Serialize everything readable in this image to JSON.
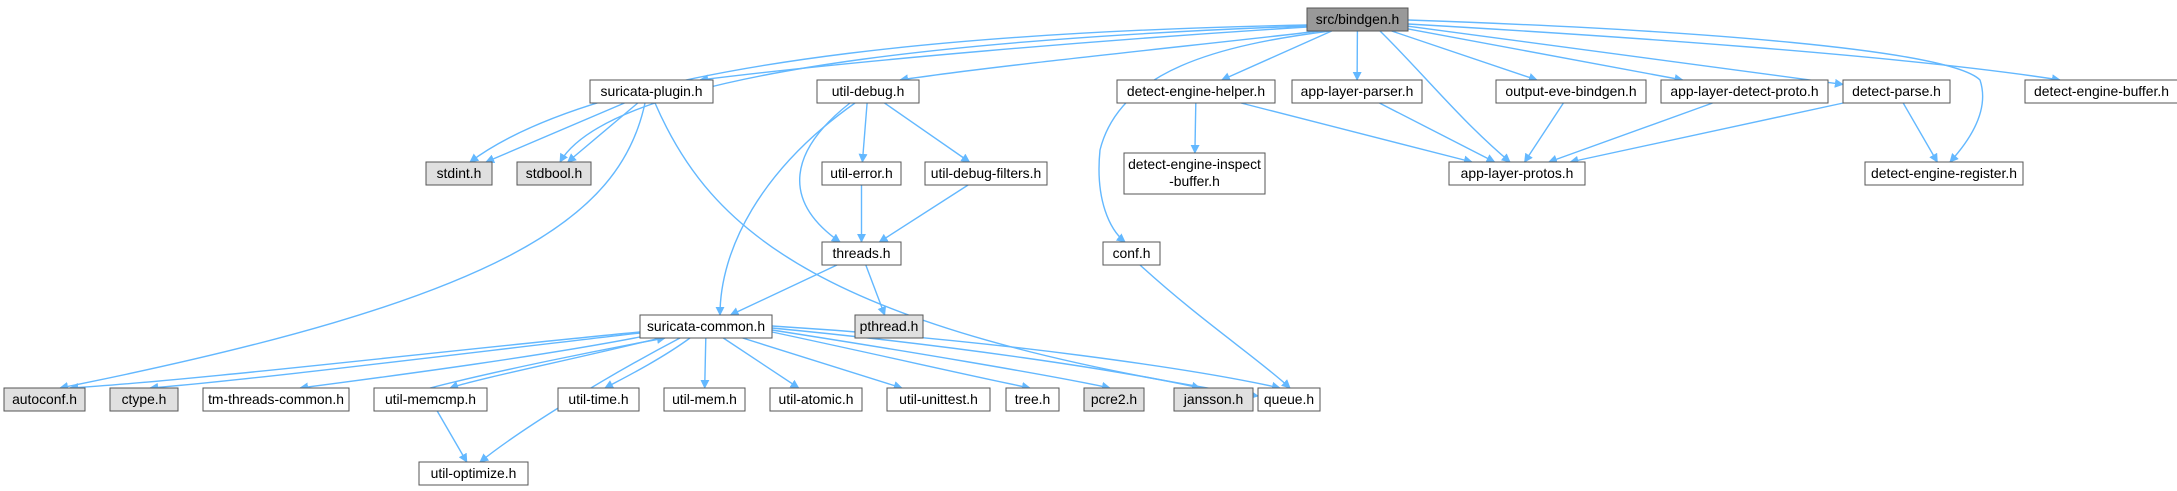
{
  "graph": {
    "colors": {
      "root_fill": "#999999",
      "node_fill": "#ffffff",
      "system_fill": "#e0e0e0",
      "edge": "#63b8ff"
    },
    "nodes": [
      {
        "id": "bindgen",
        "label": "src/bindgen.h",
        "kind": "root"
      },
      {
        "id": "suricata-plugin",
        "label": "suricata-plugin.h",
        "kind": "local"
      },
      {
        "id": "util-debug",
        "label": "util-debug.h",
        "kind": "local"
      },
      {
        "id": "detect-engine-helper",
        "label": "detect-engine-helper.h",
        "kind": "local"
      },
      {
        "id": "app-layer-parser",
        "label": "app-layer-parser.h",
        "kind": "local"
      },
      {
        "id": "output-eve-bindgen",
        "label": "output-eve-bindgen.h",
        "kind": "local"
      },
      {
        "id": "app-layer-detect-proto",
        "label": "app-layer-detect-proto.h",
        "kind": "local"
      },
      {
        "id": "detect-parse",
        "label": "detect-parse.h",
        "kind": "local"
      },
      {
        "id": "detect-engine-buffer",
        "label": "detect-engine-buffer.h",
        "kind": "local"
      },
      {
        "id": "stdint",
        "label": "stdint.h",
        "kind": "system"
      },
      {
        "id": "stdbool",
        "label": "stdbool.h",
        "kind": "system"
      },
      {
        "id": "util-error",
        "label": "util-error.h",
        "kind": "local"
      },
      {
        "id": "util-debug-filters",
        "label": "util-debug-filters.h",
        "kind": "local"
      },
      {
        "id": "detect-engine-inspect-buffer",
        "label": "detect-engine-inspect",
        "label2": "-buffer.h",
        "kind": "local"
      },
      {
        "id": "app-layer-protos",
        "label": "app-layer-protos.h",
        "kind": "local"
      },
      {
        "id": "detect-engine-register",
        "label": "detect-engine-register.h",
        "kind": "local"
      },
      {
        "id": "threads",
        "label": "threads.h",
        "kind": "local"
      },
      {
        "id": "conf",
        "label": "conf.h",
        "kind": "local"
      },
      {
        "id": "pthread",
        "label": "pthread.h",
        "kind": "system"
      },
      {
        "id": "suricata-common",
        "label": "suricata-common.h",
        "kind": "local"
      },
      {
        "id": "autoconf",
        "label": "autoconf.h",
        "kind": "system"
      },
      {
        "id": "ctype",
        "label": "ctype.h",
        "kind": "system"
      },
      {
        "id": "tm-threads-common",
        "label": "tm-threads-common.h",
        "kind": "local"
      },
      {
        "id": "util-memcmp",
        "label": "util-memcmp.h",
        "kind": "local"
      },
      {
        "id": "util-time",
        "label": "util-time.h",
        "kind": "local"
      },
      {
        "id": "util-mem",
        "label": "util-mem.h",
        "kind": "local"
      },
      {
        "id": "util-atomic",
        "label": "util-atomic.h",
        "kind": "local"
      },
      {
        "id": "util-unittest",
        "label": "util-unittest.h",
        "kind": "local"
      },
      {
        "id": "tree",
        "label": "tree.h",
        "kind": "local"
      },
      {
        "id": "pcre2",
        "label": "pcre2.h",
        "kind": "system"
      },
      {
        "id": "jansson",
        "label": "jansson.h",
        "kind": "system"
      },
      {
        "id": "queue",
        "label": "queue.h",
        "kind": "local"
      },
      {
        "id": "util-optimize",
        "label": "util-optimize.h",
        "kind": "local"
      }
    ],
    "edges": [
      [
        "bindgen",
        "stdint"
      ],
      [
        "bindgen",
        "stdbool"
      ],
      [
        "bindgen",
        "suricata-plugin"
      ],
      [
        "bindgen",
        "util-debug"
      ],
      [
        "bindgen",
        "conf"
      ],
      [
        "bindgen",
        "detect-engine-helper"
      ],
      [
        "bindgen",
        "app-layer-parser"
      ],
      [
        "bindgen",
        "output-eve-bindgen"
      ],
      [
        "bindgen",
        "app-layer-detect-proto"
      ],
      [
        "bindgen",
        "detect-parse"
      ],
      [
        "bindgen",
        "detect-engine-buffer"
      ],
      [
        "bindgen",
        "app-layer-protos"
      ],
      [
        "bindgen",
        "detect-engine-register"
      ],
      [
        "suricata-plugin",
        "stdint"
      ],
      [
        "suricata-plugin",
        "stdbool"
      ],
      [
        "suricata-plugin",
        "autoconf"
      ],
      [
        "suricata-plugin",
        "queue"
      ],
      [
        "util-debug",
        "util-error"
      ],
      [
        "util-debug",
        "util-debug-filters"
      ],
      [
        "util-debug",
        "threads"
      ],
      [
        "util-debug",
        "suricata-common"
      ],
      [
        "util-error",
        "threads"
      ],
      [
        "util-debug-filters",
        "threads"
      ],
      [
        "threads",
        "pthread"
      ],
      [
        "threads",
        "suricata-common"
      ],
      [
        "detect-engine-helper",
        "detect-engine-inspect-buffer"
      ],
      [
        "detect-engine-helper",
        "app-layer-protos"
      ],
      [
        "app-layer-parser",
        "app-layer-protos"
      ],
      [
        "output-eve-bindgen",
        "app-layer-protos"
      ],
      [
        "app-layer-detect-proto",
        "app-layer-protos"
      ],
      [
        "detect-parse",
        "app-layer-protos"
      ],
      [
        "detect-parse",
        "detect-engine-register"
      ],
      [
        "conf",
        "queue"
      ],
      [
        "suricata-common",
        "autoconf"
      ],
      [
        "suricata-common",
        "ctype"
      ],
      [
        "suricata-common",
        "tm-threads-common"
      ],
      [
        "suricata-common",
        "util-memcmp"
      ],
      [
        "util-memcmp",
        "suricata-common"
      ],
      [
        "suricata-common",
        "util-optimize"
      ],
      [
        "suricata-common",
        "util-time"
      ],
      [
        "suricata-common",
        "util-mem"
      ],
      [
        "suricata-common",
        "util-atomic"
      ],
      [
        "suricata-common",
        "util-unittest"
      ],
      [
        "suricata-common",
        "tree"
      ],
      [
        "suricata-common",
        "pcre2"
      ],
      [
        "suricata-common",
        "jansson"
      ],
      [
        "suricata-common",
        "queue"
      ],
      [
        "util-memcmp",
        "util-optimize"
      ]
    ]
  }
}
